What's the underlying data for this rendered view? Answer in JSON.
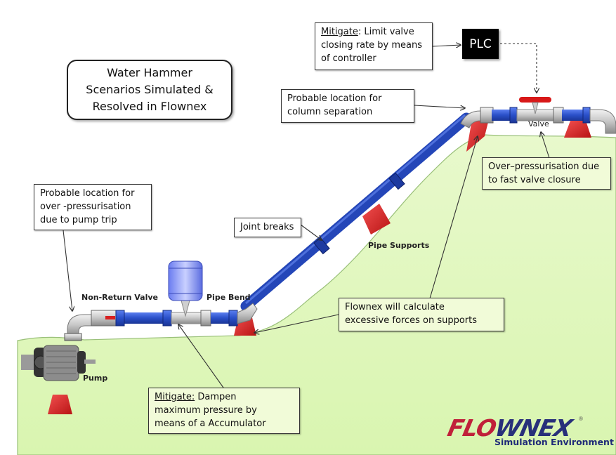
{
  "title": "Water Hammer Scenarios Simulated & Resolved in Flownex",
  "title_lines": [
    "Water Hammer",
    "Scenarios Simulated &",
    "Resolved in Flownex"
  ],
  "plc": "PLC",
  "callouts": {
    "mitigate_valve": {
      "lead": "Mitigate",
      "rest_line1": ":  Limit valve",
      "line2": "closing rate by means",
      "line3": "of controller"
    },
    "column_separation": {
      "line1": "Probable location for",
      "line2": "column separation"
    },
    "over_pressurisation_valve": {
      "line1": "Over–pressurisation due",
      "line2": "to fast valve closure"
    },
    "pump_trip": {
      "line1": "Probable location for",
      "line2": "over -pressurisation",
      "line3": "due  to pump trip"
    },
    "joint_breaks": {
      "line1": "Joint breaks"
    },
    "forces_on_supports": {
      "line1": "Flownex will calculate",
      "line2": "excessive forces on supports"
    },
    "mitigate_accumulator": {
      "lead": "Mitigate:",
      "rest_line1": "  Dampen",
      "line2": "maximum pressure by",
      "line3": "means of a Accumulator"
    }
  },
  "labels": {
    "valve": "Valve",
    "non_return_valve": "Non-Return Valve",
    "pipe_bend": "Pipe Bend",
    "pipe_supports": "Pipe Supports",
    "pump": "Pump"
  },
  "logo": {
    "word_red": "FLO",
    "word_blue": "WNEX",
    "registered": "®",
    "subtitle": "Simulation Environment"
  },
  "colors": {
    "ground": "#e2f8c0",
    "pipe_blue": "#2a4fc8",
    "pipe_gray": "#c8c8c8",
    "support_red": "#e02828",
    "logo_red": "#c0203a",
    "logo_blue": "#28307a"
  }
}
